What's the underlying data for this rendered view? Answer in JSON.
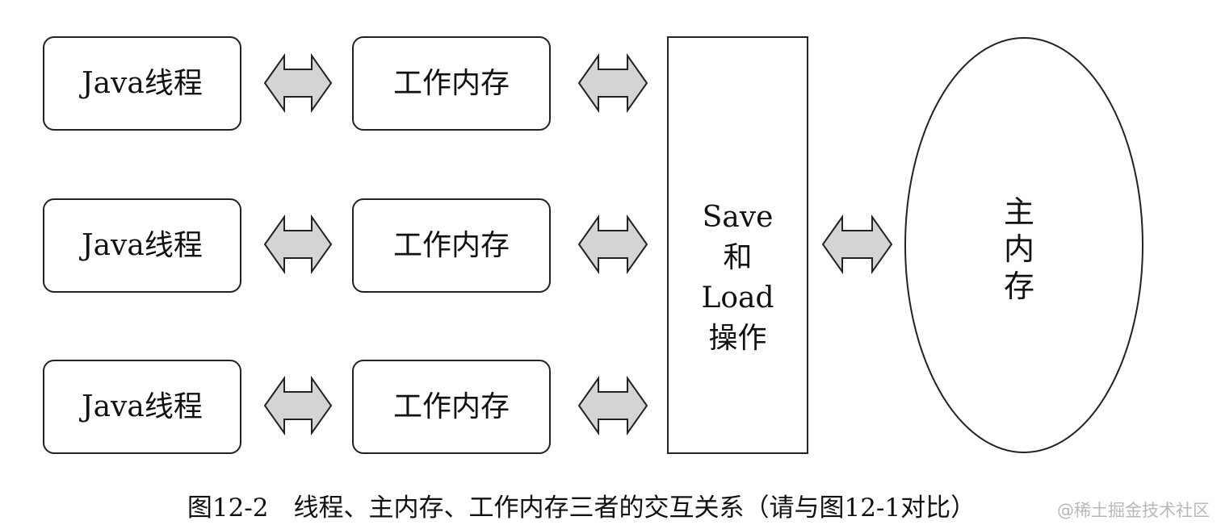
{
  "diagram": {
    "threads": [
      {
        "label": "Java线程"
      },
      {
        "label": "Java线程"
      },
      {
        "label": "Java线程"
      }
    ],
    "working_memories": [
      {
        "label": "工作内存"
      },
      {
        "label": "工作内存"
      },
      {
        "label": "工作内存"
      }
    ],
    "operations": {
      "lines": [
        "Save",
        "和",
        "Load",
        "操作"
      ]
    },
    "main_memory": {
      "lines": [
        "主",
        "内",
        "存"
      ]
    },
    "arrow_fill": "#d4d4d4",
    "stroke_color": "#222222"
  },
  "caption": "图12-2　线程、主内存、工作内存三者的交互关系（请与图12-1对比）",
  "watermark": "@稀土掘金技术社区"
}
